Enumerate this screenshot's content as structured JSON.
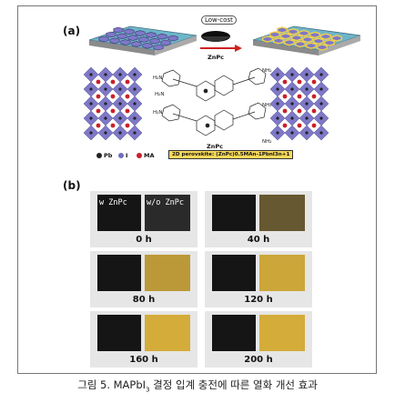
{
  "panel_a": {
    "label": "(a)",
    "low_cost_label": "Low-cost",
    "arrow_label": "ZnPc",
    "molecule_label": "ZnPc",
    "legend_pb": "Pb",
    "legend_i": "I",
    "legend_ma": "MA",
    "formula_box": "2D perovskite: (ZnPc)0.5MAn-1PbnI3n+1",
    "colors": {
      "pb": "#222222",
      "i": "#6f6fc0",
      "ma": "#c8202a",
      "octahedron": "#7e78c7",
      "formula_bg": "#f6d85a",
      "hex_top": "#f2d04a"
    }
  },
  "panel_b": {
    "label": "(b)",
    "film_left": "w ZnPc",
    "film_right": "w/o ZnPc",
    "times": [
      "0 h",
      "40 h",
      "80 h",
      "120 h",
      "160 h",
      "200 h"
    ],
    "colors": {
      "dark_film": "#151515",
      "degraded_film": "#d4ac3a"
    }
  },
  "caption": {
    "prefix": "그림 5. MAPbI",
    "subscript": "3",
    "suffix": " 결정 입계 충전에 따른 열화 개선 효과"
  }
}
